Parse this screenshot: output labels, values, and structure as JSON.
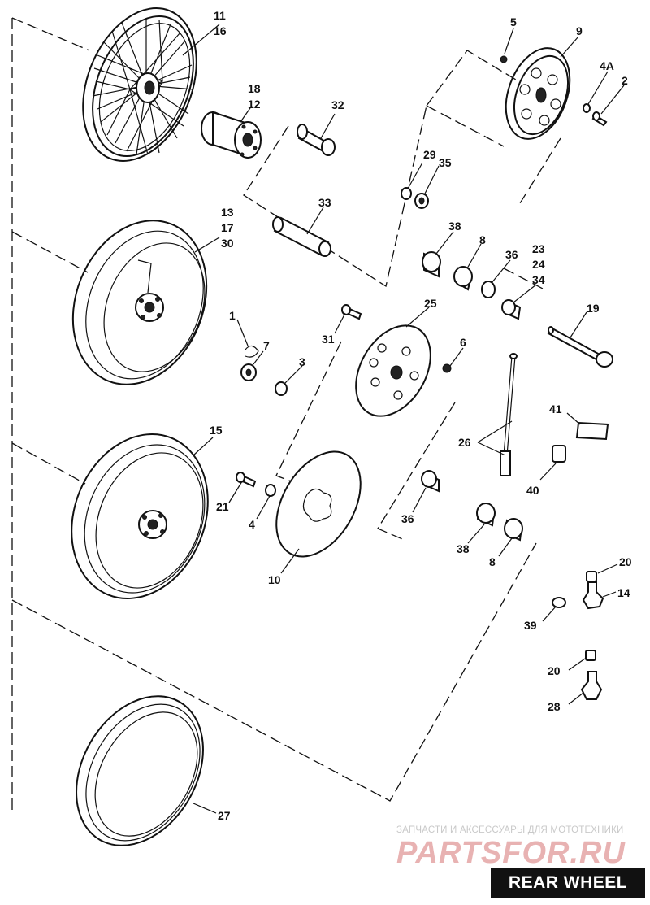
{
  "diagram": {
    "title": "REAR WHEEL",
    "watermark": {
      "caption": "ЗАПЧАСТИ И АКСЕССУАРЫ ДЛЯ МОТОТЕХНИКИ",
      "logo": "PARTSFOR.RU"
    },
    "labels": {
      "l11": "11",
      "l16": "16",
      "l18": "18",
      "l12": "12",
      "l32": "32",
      "l5": "5",
      "l9": "9",
      "l4A": "4A",
      "l2": "2",
      "l29": "29",
      "l35": "35",
      "l33": "33",
      "l38a": "38",
      "l8a": "8",
      "l36a": "36",
      "l23": "23",
      "l24": "24",
      "l34": "34",
      "l13": "13",
      "l17": "17",
      "l30": "30",
      "l1": "1",
      "l7": "7",
      "l3": "3",
      "l31": "31",
      "l25": "25",
      "l6": "6",
      "l19": "19",
      "l41": "41",
      "l26": "26",
      "l40": "40",
      "l15": "15",
      "l21": "21",
      "l4": "4",
      "l10": "10",
      "l36b": "36",
      "l38b": "38",
      "l8b": "8",
      "l20a": "20",
      "l14": "14",
      "l39": "39",
      "l20b": "20",
      "l28": "28",
      "l27": "27"
    }
  }
}
